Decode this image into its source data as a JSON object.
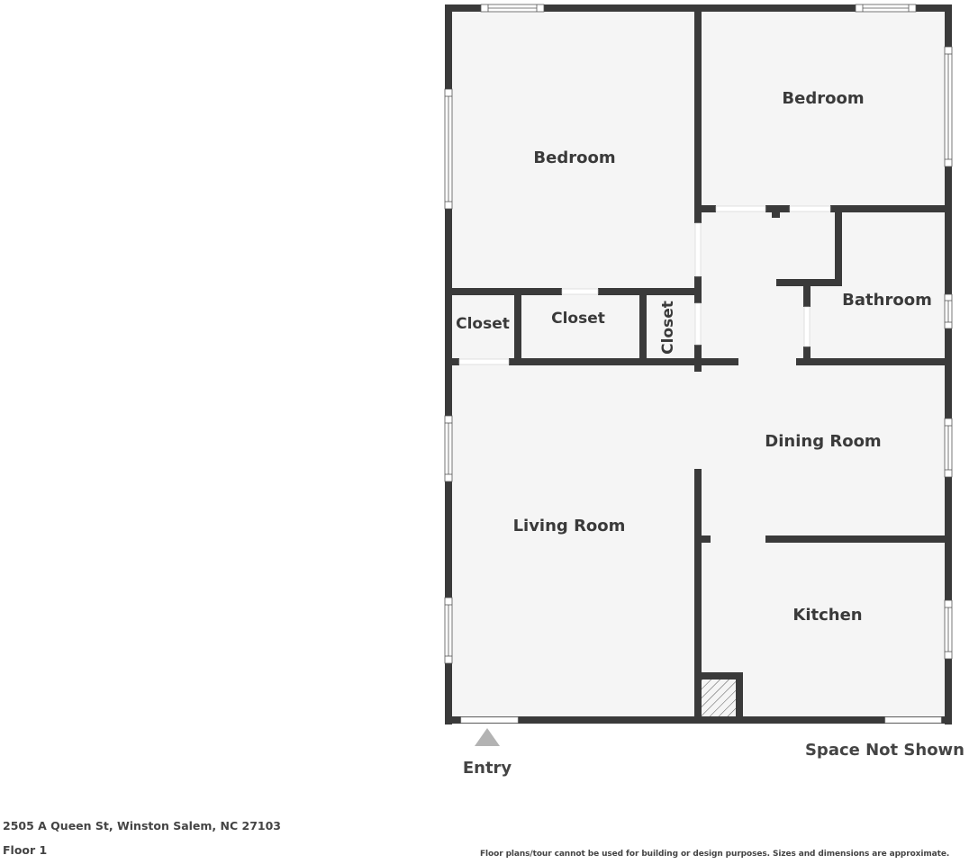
{
  "floorplan": {
    "rooms": [
      {
        "id": "bedroom-1",
        "label": "Bedroom"
      },
      {
        "id": "bedroom-2",
        "label": "Bedroom"
      },
      {
        "id": "bathroom",
        "label": "Bathroom"
      },
      {
        "id": "closet-1",
        "label": "Closet"
      },
      {
        "id": "closet-2",
        "label": "Closet"
      },
      {
        "id": "closet-3",
        "label": "Closet"
      },
      {
        "id": "dining-room",
        "label": "Dining Room"
      },
      {
        "id": "living-room",
        "label": "Living Room"
      },
      {
        "id": "kitchen",
        "label": "Kitchen"
      }
    ],
    "entry_label": "Entry",
    "space_not_shown_label": "Space Not Shown",
    "colors": {
      "wall": "#3a3a3a",
      "floor": "#f5f5f5",
      "entry_marker": "#b3b3b3",
      "background": "#ffffff"
    }
  },
  "footer": {
    "address": "2505 A Queen St, Winston Salem, NC 27103",
    "floor": "Floor 1",
    "disclaimer": "Floor plans/tour cannot be used for building or design purposes. Sizes and dimensions are approximate."
  }
}
